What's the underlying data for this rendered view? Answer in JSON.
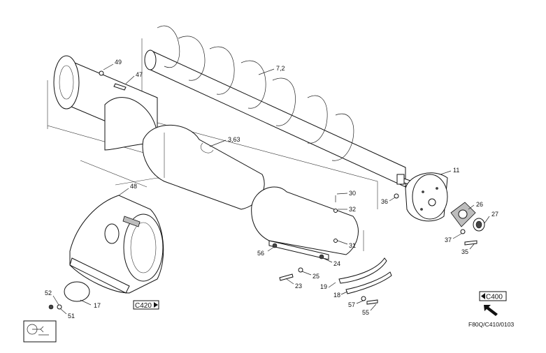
{
  "diagram": {
    "part_numbers": {
      "p49": "49",
      "p47": "47",
      "p72": "7,2",
      "p363": "3,63",
      "p48": "48",
      "p30": "30",
      "p32": "32",
      "p31": "31",
      "p56": "56",
      "p24": "24",
      "p25": "25",
      "p23": "23",
      "p19": "19",
      "p18": "18",
      "p57": "57",
      "p55": "55",
      "p11": "11",
      "p36": "36",
      "p26": "26",
      "p27": "27",
      "p37": "37",
      "p35": "35",
      "p52": "52",
      "p51": "51",
      "p17": "17"
    },
    "ref_c420": "C420",
    "ref_c400": "C400",
    "drawing_code": "F80Q/C410/0103",
    "colors": {
      "line": "#111111",
      "background": "#ffffff"
    },
    "icons": [
      "auger-symbol-icon",
      "arrow-right-icon",
      "arrow-left-icon",
      "direction-arrow-icon"
    ]
  }
}
